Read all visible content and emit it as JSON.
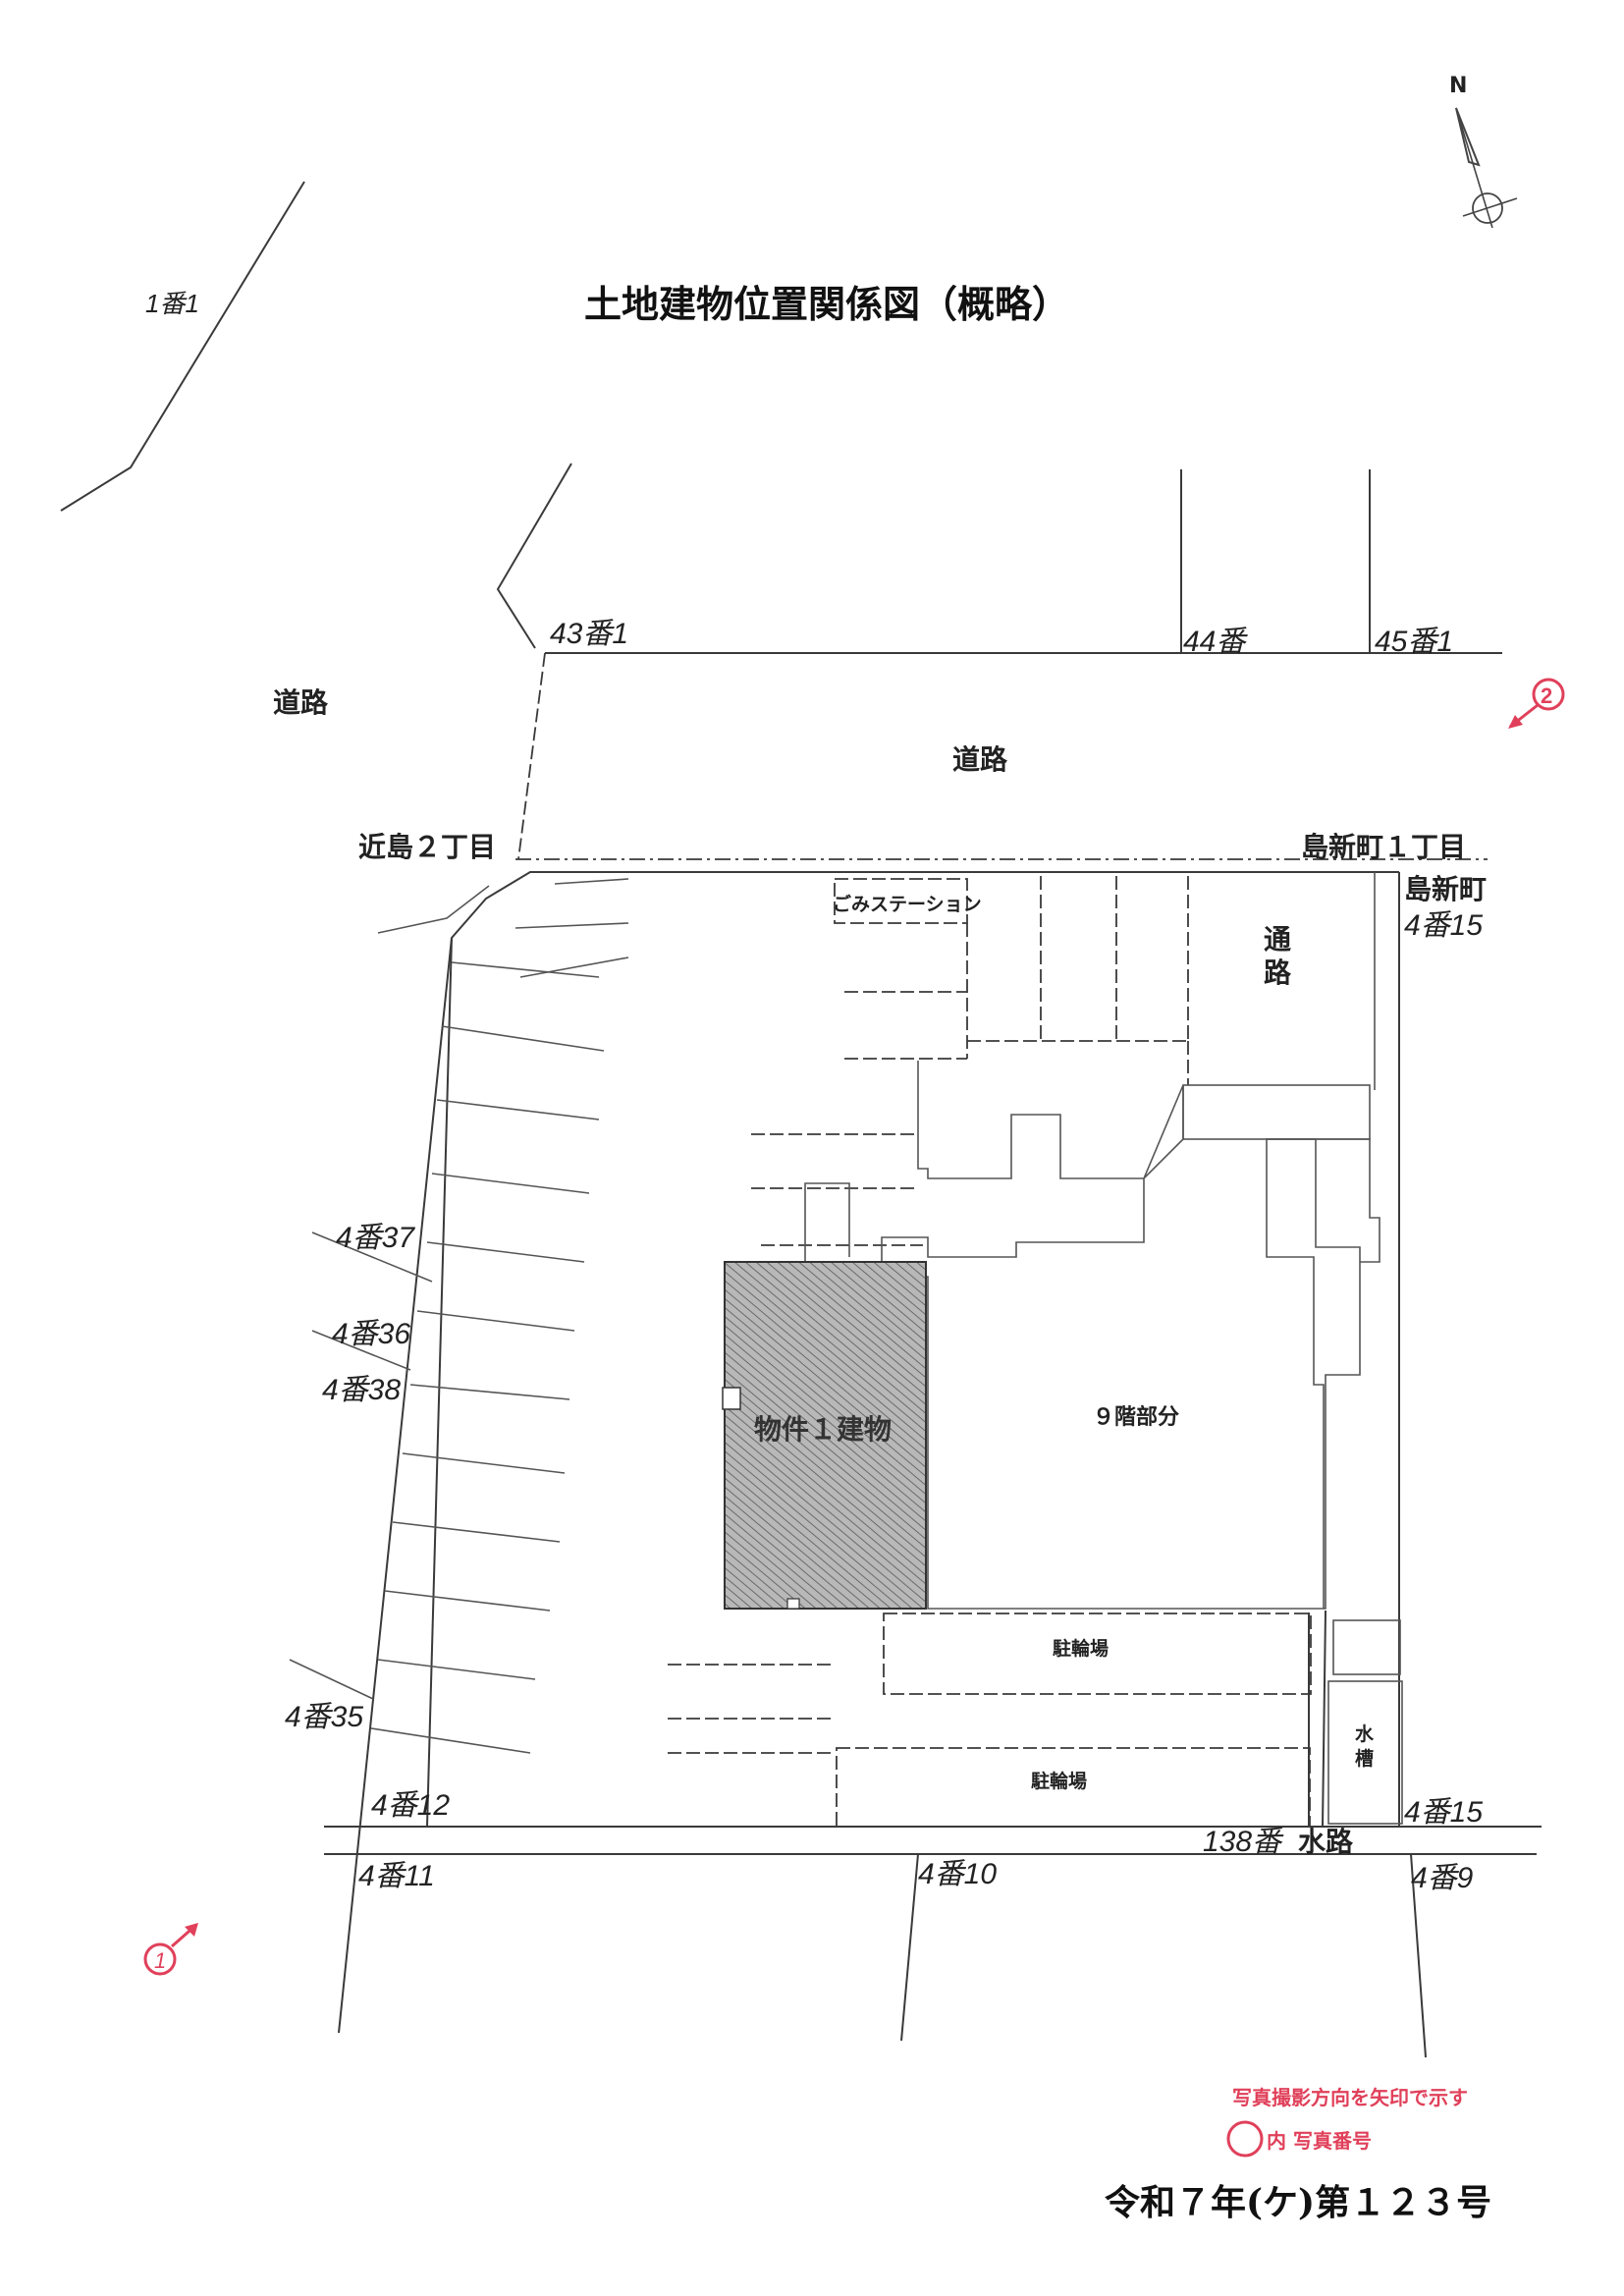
{
  "title": "土地建物位置関係図（概略）",
  "case_number": "令和７年(ケ)第１２３号",
  "legend": {
    "arrow_note": "写真撮影方向を矢印で示す",
    "circle_note": "内 写真番号"
  },
  "compass": {
    "north": "N"
  },
  "photos": {
    "photo1": "1",
    "photo2": "2"
  },
  "lots": {
    "lot_1_1": "1番1",
    "lot_43_1": "43番1",
    "lot_44": "44番",
    "lot_45_1": "45番1",
    "lot_4_15_top": "4番15",
    "lot_4_37": "4番37",
    "lot_4_36": "4番36",
    "lot_4_38": "4番38",
    "lot_4_35": "4番35",
    "lot_4_12": "4番12",
    "lot_4_11": "4番11",
    "lot_4_10": "4番10",
    "lot_4_9": "4番9",
    "lot_4_15_bottom": "4番15",
    "lot_138": "138番"
  },
  "places": {
    "road_left": "道路",
    "road_top": "道路",
    "chikashima": "近島２丁目",
    "shimashinmachi_1": "島新町１丁目",
    "shimashinmachi": "島新町",
    "passage": "通路",
    "waterway": "水路"
  },
  "facilities": {
    "garbage_station": "ごみステーション",
    "property_building": "物件１建物",
    "ninth_floor": "９階部分",
    "bicycle_parking_1": "駐輪場",
    "bicycle_parking_2": "駐輪場",
    "water_tank": "水槽"
  }
}
